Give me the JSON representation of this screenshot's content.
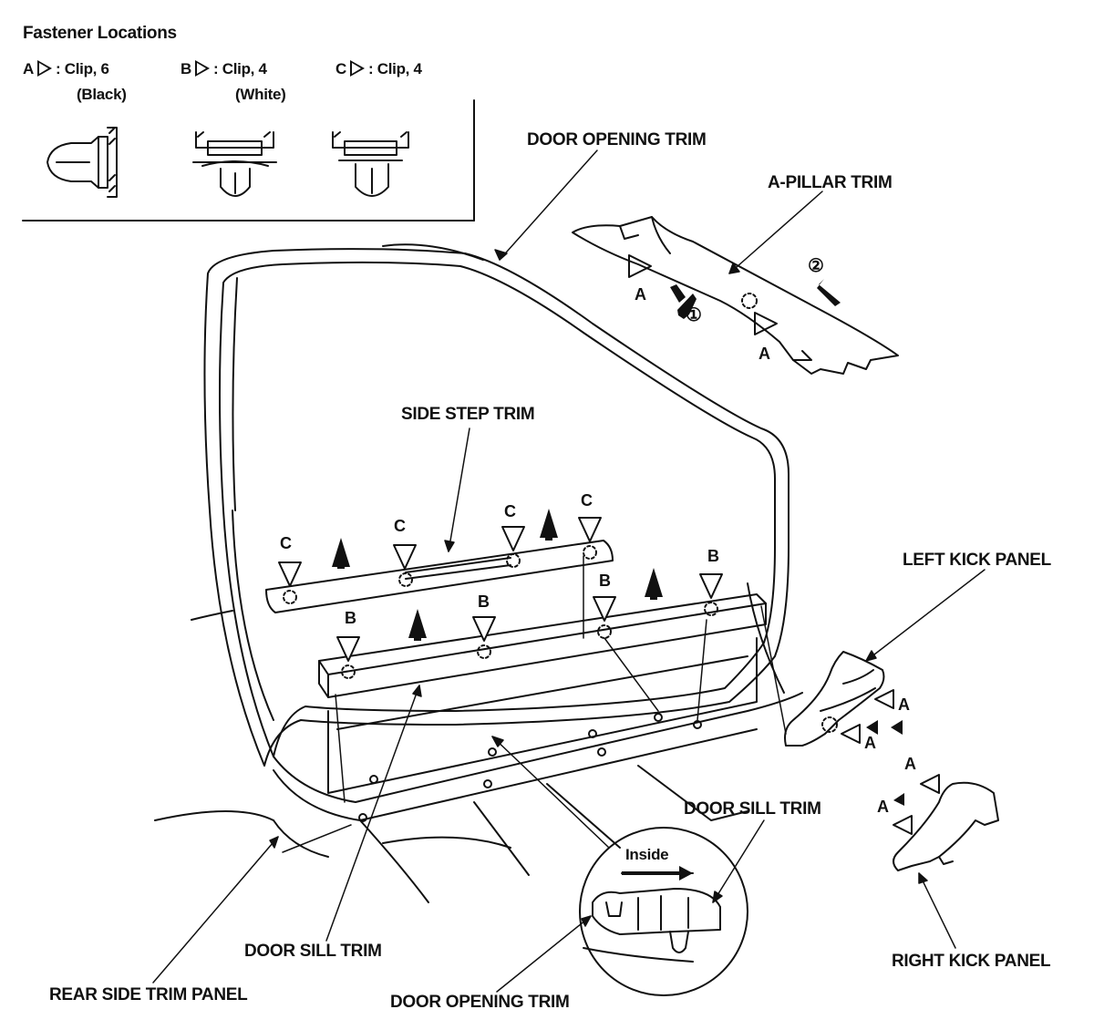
{
  "legend": {
    "title": "Fastener Locations",
    "items": [
      {
        "key": "A",
        "desc": ": Clip, 6",
        "note": "(Black)"
      },
      {
        "key": "B",
        "desc": ": Clip, 4",
        "note": "(White)"
      },
      {
        "key": "C",
        "desc": ": Clip, 4",
        "note": ""
      }
    ]
  },
  "labels": {
    "door_opening_trim_top": "DOOR OPENING TRIM",
    "a_pillar_trim": "A-PILLAR TRIM",
    "side_step_trim": "SIDE STEP TRIM",
    "left_kick_panel": "LEFT KICK PANEL",
    "door_sill_trim_right": "DOOR SILL TRIM",
    "inside": "Inside",
    "door_sill_trim_bottom": "DOOR SILL TRIM",
    "rear_side_trim_panel": "REAR SIDE TRIM PANEL",
    "door_opening_trim_bottom": "DOOR OPENING TRIM",
    "right_kick_panel": "RIGHT KICK PANEL"
  },
  "callouts": {
    "a": "A",
    "b": "B",
    "c": "C",
    "step1": "①",
    "step2": "②"
  }
}
